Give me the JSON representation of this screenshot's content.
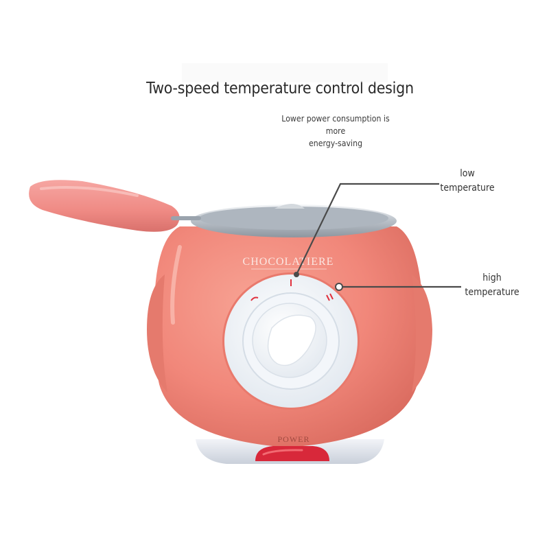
{
  "headline": "Two-speed temperature control design",
  "subline": [
    "Lower power consumption is more",
    "energy-saving"
  ],
  "callouts": {
    "low": [
      "low",
      "temperature"
    ],
    "high": [
      "high",
      "temperature"
    ]
  },
  "device": {
    "brand": "CHOCOLATIERE",
    "power_label": "POWER",
    "body_color": "#f1877a",
    "handle_color": "#f08c86",
    "dial_color": "#eef3f8",
    "switch_color": "#d8283a"
  }
}
